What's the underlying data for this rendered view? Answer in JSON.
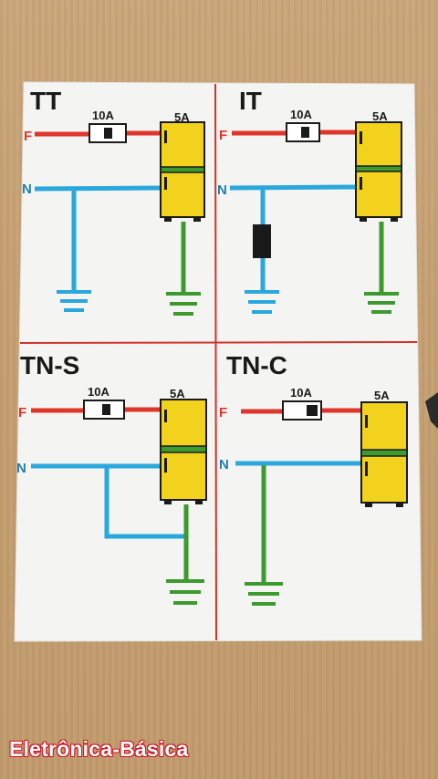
{
  "diagrams": [
    {
      "title": "TT",
      "fuse_label": "10A",
      "load_label": "5A",
      "phase_label": "F",
      "neutral_label": "N"
    },
    {
      "title": "IT",
      "fuse_label": "10A",
      "load_label": "5A",
      "phase_label": "F",
      "neutral_label": "N"
    },
    {
      "title": "TN-S",
      "fuse_label": "10A",
      "load_label": "5A",
      "phase_label": "F",
      "neutral_label": "N"
    },
    {
      "title": "TN-C",
      "fuse_label": "10A",
      "load_label": "5A",
      "phase_label": "F",
      "neutral_label": "N"
    }
  ],
  "caption": "Eletrônica-Básica",
  "colors": {
    "phase": "#e0352b",
    "neutral": "#2aa7dc",
    "ground": "#3d9a2e",
    "appliance": "#f2d21c",
    "outline": "#1a1a1a",
    "divider": "#d0342b",
    "paper": "#f4f4f2"
  }
}
